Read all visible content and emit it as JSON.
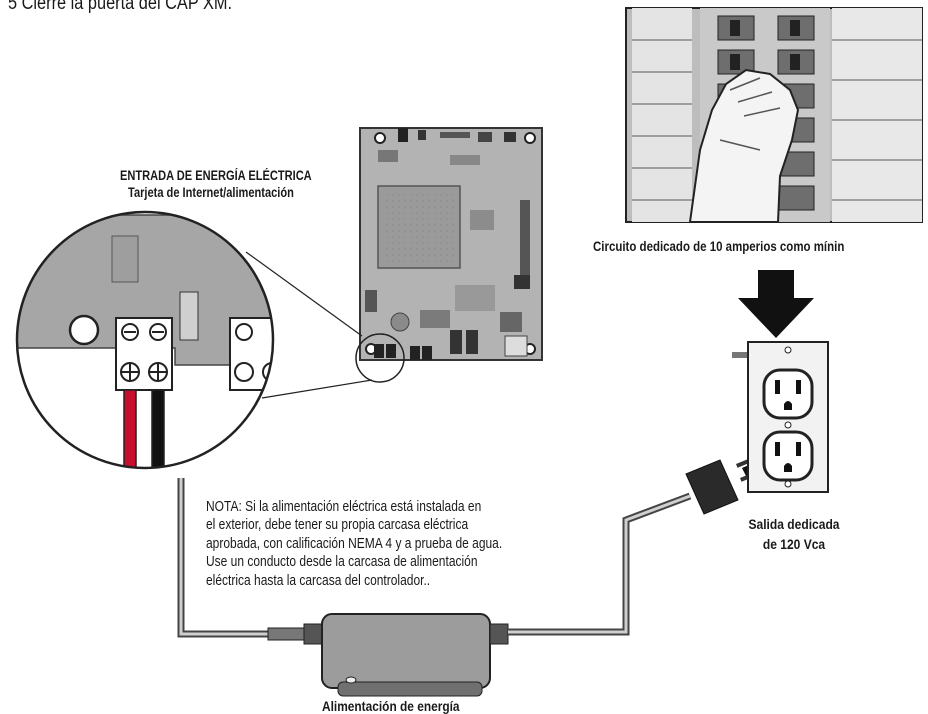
{
  "step_title": "5  Cierre la puerta del CAP XM.",
  "power_input": {
    "title": "ENTRADA DE ENERGÍA ELÉCTRICA",
    "subtitle": "Tarjeta de Internet/alimentación"
  },
  "circuit_caption": "Circuito dedicado de 10 amperios como mínin",
  "outlet_caption": [
    "Salida dedicada",
    "de 120 Vca"
  ],
  "note_lines": [
    "NOTA: Si la alimentación eléctrica está instalada en",
    "el exterior, debe tener su propia carcasa eléctrica",
    "aprobada, con calificación NEMA 4 y a prueba de agua.",
    "Use un conducto desde la carcasa de alimentación",
    "eléctrica hasta la carcasa del controlador.."
  ],
  "power_supply_caption": "Alimentación de energía",
  "icons": [
    "arrow-down-icon",
    "hand-icon",
    "outlet-icon",
    "plug-icon"
  ],
  "colors": {
    "wire_red": "#c8102e",
    "wire_black": "#111111",
    "board_gray": "#a9a9a9"
  }
}
